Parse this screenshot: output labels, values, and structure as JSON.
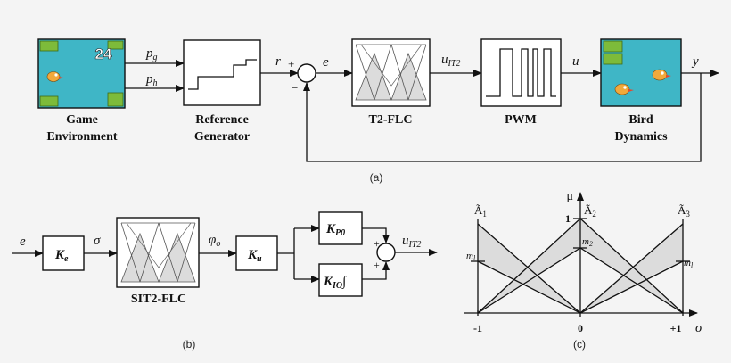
{
  "blocks": {
    "game_line1": "Game",
    "game_line2": "Environment",
    "game_score": "24",
    "ref_line1": "Reference",
    "ref_line2": "Generator",
    "t2flc": "T2-FLC",
    "pwm": "PWM",
    "bird_line1": "Bird",
    "bird_line2": "Dynamics",
    "sit2flc": "SIT2-FLC"
  },
  "signals": {
    "pg_base": "p",
    "pg_sub": "g",
    "ph_base": "p",
    "ph_sub": "h",
    "r": "r",
    "plus": "+",
    "minus": "−",
    "e": "e",
    "uit2_base": "u",
    "uit2_sub": "IT2",
    "u": "u",
    "y": "y",
    "sigma": "σ",
    "phi_base": "φ",
    "phi_sub": "o",
    "ke_base": "K",
    "ke_sub": "e",
    "ku_base": "K",
    "ku_sub": "u",
    "kp_base": "K",
    "kp_sub": "P0",
    "ki_base": "K",
    "ki_sub": "IO",
    "ki_int": "∫"
  },
  "membership": {
    "mu": "μ",
    "one": "1",
    "A1_base": "Ã",
    "A1_sub": "1",
    "A2_base": "Ã",
    "A2_sub": "2",
    "A3_base": "Ã",
    "A3_sub": "3",
    "m2_base": "m",
    "m2_sub": "2",
    "ml_base": "m",
    "ml_sub": "l",
    "x_neg": "-1",
    "x_zero": "0",
    "x_pos": "+1"
  },
  "captions": {
    "a": "(a)",
    "b": "(b)",
    "c": "(c)"
  },
  "colors": {
    "sky": "#3fb6c6",
    "pipe": "#7dbb3a",
    "bird_body": "#f2a93b",
    "bird_beak": "#e8452c",
    "shade": "#dcdcdc"
  }
}
